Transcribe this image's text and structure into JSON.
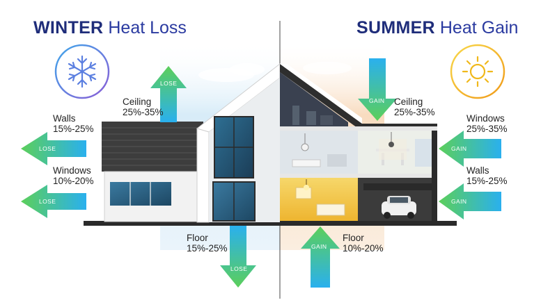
{
  "titles": {
    "winter_bold": "WINTER",
    "winter_rest": "Heat Loss",
    "summer_bold": "SUMMER",
    "summer_rest": "Heat Gain"
  },
  "icons": {
    "winter": "snowflake-icon",
    "summer": "sun-icon"
  },
  "winter": {
    "ceiling": {
      "label": "Ceiling",
      "value": "25%-35%",
      "arrow": "LOSE"
    },
    "walls": {
      "label": "Walls",
      "value": "15%-25%",
      "arrow": "LOSE"
    },
    "windows": {
      "label": "Windows",
      "value": "10%-20%",
      "arrow": "LOSE"
    },
    "floor": {
      "label": "Floor",
      "value": "15%-25%",
      "arrow": "LOSE"
    }
  },
  "summer": {
    "ceiling": {
      "label": "Ceiling",
      "value": "25%-35%",
      "arrow": "GAIN"
    },
    "windows": {
      "label": "Windows",
      "value": "25%-35%",
      "arrow": "GAIN"
    },
    "walls": {
      "label": "Walls",
      "value": "15%-25%",
      "arrow": "GAIN"
    },
    "floor": {
      "label": "Floor",
      "value": "10%-20%",
      "arrow": "GAIN"
    }
  },
  "colors": {
    "title": "#1f2d7a",
    "arrow_green": "#5ccf5a",
    "arrow_blue": "#2ab0ee",
    "winter_icon": "#8a5cd6",
    "summer_icon": "#f2c21a",
    "interior_warm": "#f3c84a",
    "roof_dark": "#3a3a3a"
  }
}
